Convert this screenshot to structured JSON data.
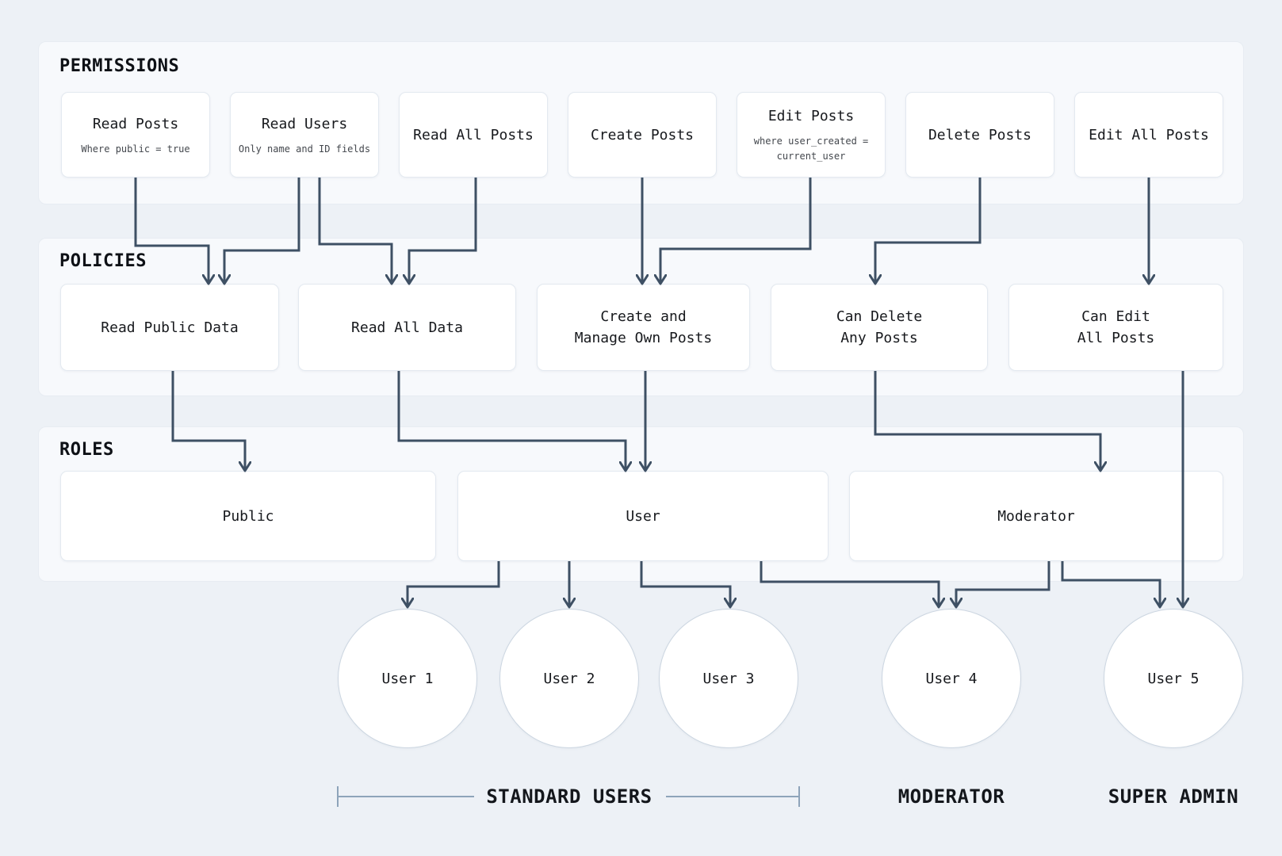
{
  "sections": {
    "permissions": {
      "title": "PERMISSIONS",
      "items": [
        {
          "title": "Read Posts",
          "subtitle": "Where public = true"
        },
        {
          "title": "Read Users",
          "subtitle": "Only name and ID fields"
        },
        {
          "title": "Read All Posts"
        },
        {
          "title": "Create Posts"
        },
        {
          "title": "Edit Posts",
          "subtitle": "where user_created = current_user"
        },
        {
          "title": "Delete Posts"
        },
        {
          "title": "Edit All Posts"
        }
      ]
    },
    "policies": {
      "title": "POLICIES",
      "items": [
        {
          "lines": [
            "Read Public Data"
          ]
        },
        {
          "lines": [
            "Read All Data"
          ]
        },
        {
          "lines": [
            "Create and",
            "Manage Own Posts"
          ]
        },
        {
          "lines": [
            "Can Delete",
            "Any Posts"
          ]
        },
        {
          "lines": [
            "Can Edit",
            "All Posts"
          ]
        }
      ]
    },
    "roles": {
      "title": "ROLES",
      "items": [
        {
          "title": "Public"
        },
        {
          "title": "User"
        },
        {
          "title": "Moderator"
        }
      ]
    }
  },
  "users": [
    {
      "label": "User 1"
    },
    {
      "label": "User 2"
    },
    {
      "label": "User 3"
    },
    {
      "label": "User 4"
    },
    {
      "label": "User 5"
    }
  ],
  "groups": [
    {
      "label": "STANDARD USERS"
    },
    {
      "label": "MODERATOR"
    },
    {
      "label": "SUPER ADMIN"
    }
  ],
  "colors": {
    "page_background": "#edf1f6",
    "panel_background": "#f7f9fc",
    "node_background": "#ffffff",
    "connector": "#3e5064",
    "bracket": "#8ea4ba"
  }
}
